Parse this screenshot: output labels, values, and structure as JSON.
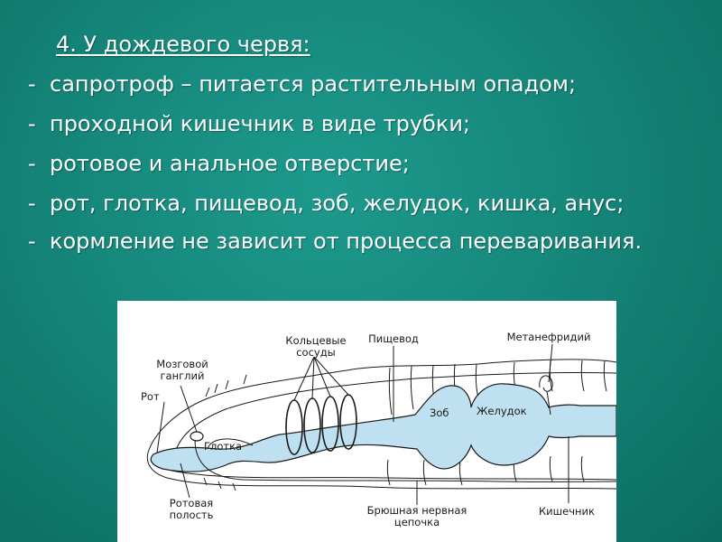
{
  "heading": "4. У дождевого червя:",
  "bullets": [
    {
      "dash": "-",
      "text": "сапротроф – питается растительным опадом;"
    },
    {
      "dash": "-",
      "text": "проходной кишечник в виде трубки;"
    },
    {
      "dash": "-",
      "text": "ротовое и анальное отверстие;"
    },
    {
      "dash": "-",
      "text": "рот, глотка, пищевод, зоб, желудок, кишка, анус;"
    },
    {
      "dash": "-",
      "text": "кормление не зависит от процесса переваривания."
    }
  ],
  "diagram": {
    "labels": {
      "ring_vessels_1": "Кольцевые",
      "ring_vessels_2": "сосуды",
      "esophagus": "Пищевод",
      "metanephridium": "Метанефридий",
      "brain_ganglion_1": "Мозговой",
      "brain_ganglion_2": "ганглий",
      "mouth": "Рот",
      "pharynx": "Глотка",
      "crop": "Зоб",
      "stomach": "Желудок",
      "oral_cavity_1": "Ротовая",
      "oral_cavity_2": "полость",
      "nerve_cord_1": "Брюшная нервная",
      "nerve_cord_2": "цепочка",
      "intestine": "Кишечник"
    },
    "colors": {
      "gut": "#bfe0f0",
      "outline": "#1a1a1a",
      "background": "#ffffff"
    }
  }
}
